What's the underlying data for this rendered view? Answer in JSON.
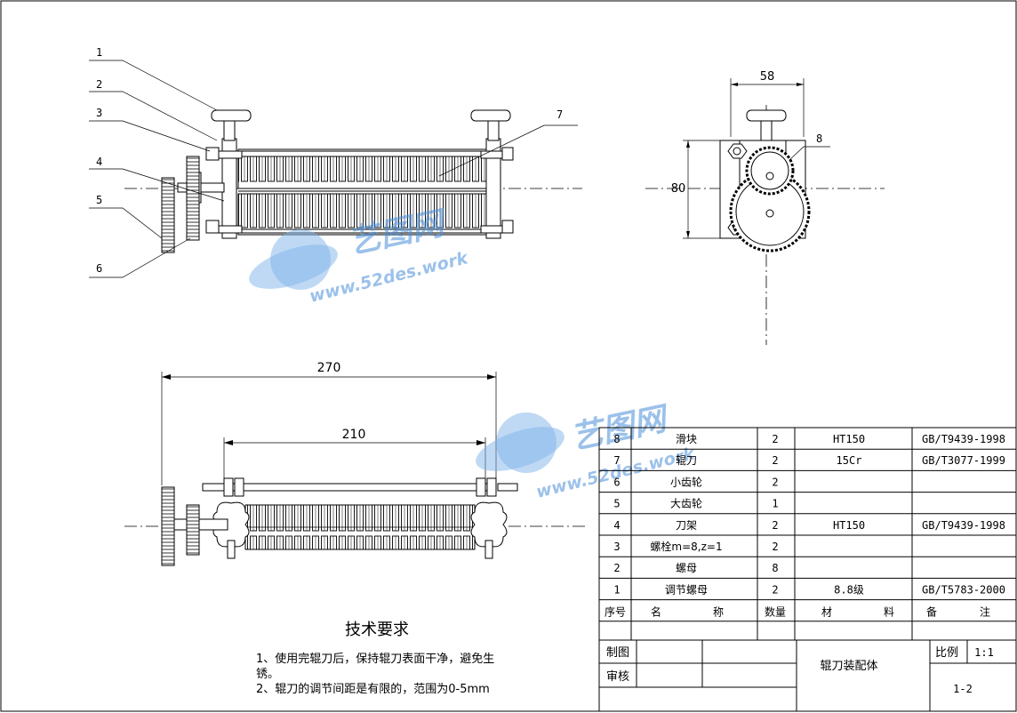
{
  "callouts": {
    "front_view": [
      "1",
      "2",
      "3",
      "4",
      "5",
      "6",
      "7"
    ],
    "side_view": [
      "8"
    ]
  },
  "dimensions": {
    "side_width": "58",
    "side_height": "80",
    "total_length": "270",
    "roller_length": "210"
  },
  "watermark": {
    "brand": "艺图网",
    "url": "www.52des.work"
  },
  "tech_requirements": {
    "title": "技术要求",
    "items": [
      "1、使用完辊刀后，保持辊刀表面干净，避免生锈。",
      "2、辊刀的调节间距是有限的，范围为0-5mm"
    ]
  },
  "bom": {
    "rows": [
      {
        "no": "8",
        "name": "滑块",
        "qty": "2",
        "material": "HT150",
        "note": "GB/T9439-1998"
      },
      {
        "no": "7",
        "name": "辊刀",
        "qty": "2",
        "material": "15Cr",
        "note": "GB/T3077-1999"
      },
      {
        "no": "6",
        "name": "小齿轮",
        "qty": "2",
        "material": "",
        "note": ""
      },
      {
        "no": "5",
        "name": "大齿轮",
        "qty": "1",
        "material": "",
        "note": ""
      },
      {
        "no": "4",
        "name": "刀架",
        "qty": "2",
        "material": "HT150",
        "note": "GB/T9439-1998"
      },
      {
        "no": "3",
        "name": "螺栓m=8,z=1",
        "qty": "2",
        "material": "",
        "note": ""
      },
      {
        "no": "2",
        "name": "螺母",
        "qty": "8",
        "material": "",
        "note": ""
      },
      {
        "no": "1",
        "name": "调节螺母",
        "qty": "2",
        "material": "8.8级",
        "note": "GB/T5783-2000"
      }
    ],
    "header": {
      "no": "序号",
      "name1": "名",
      "name2": "称",
      "qty": "数量",
      "mat1": "材",
      "mat2": "料",
      "note1": "备",
      "note2": "注"
    }
  },
  "title_block": {
    "drawn_label": "制图",
    "check_label": "审核",
    "title": "辊刀装配体",
    "scale_label": "比例",
    "scale_value": "1:1",
    "drawing_no": "1-2"
  }
}
